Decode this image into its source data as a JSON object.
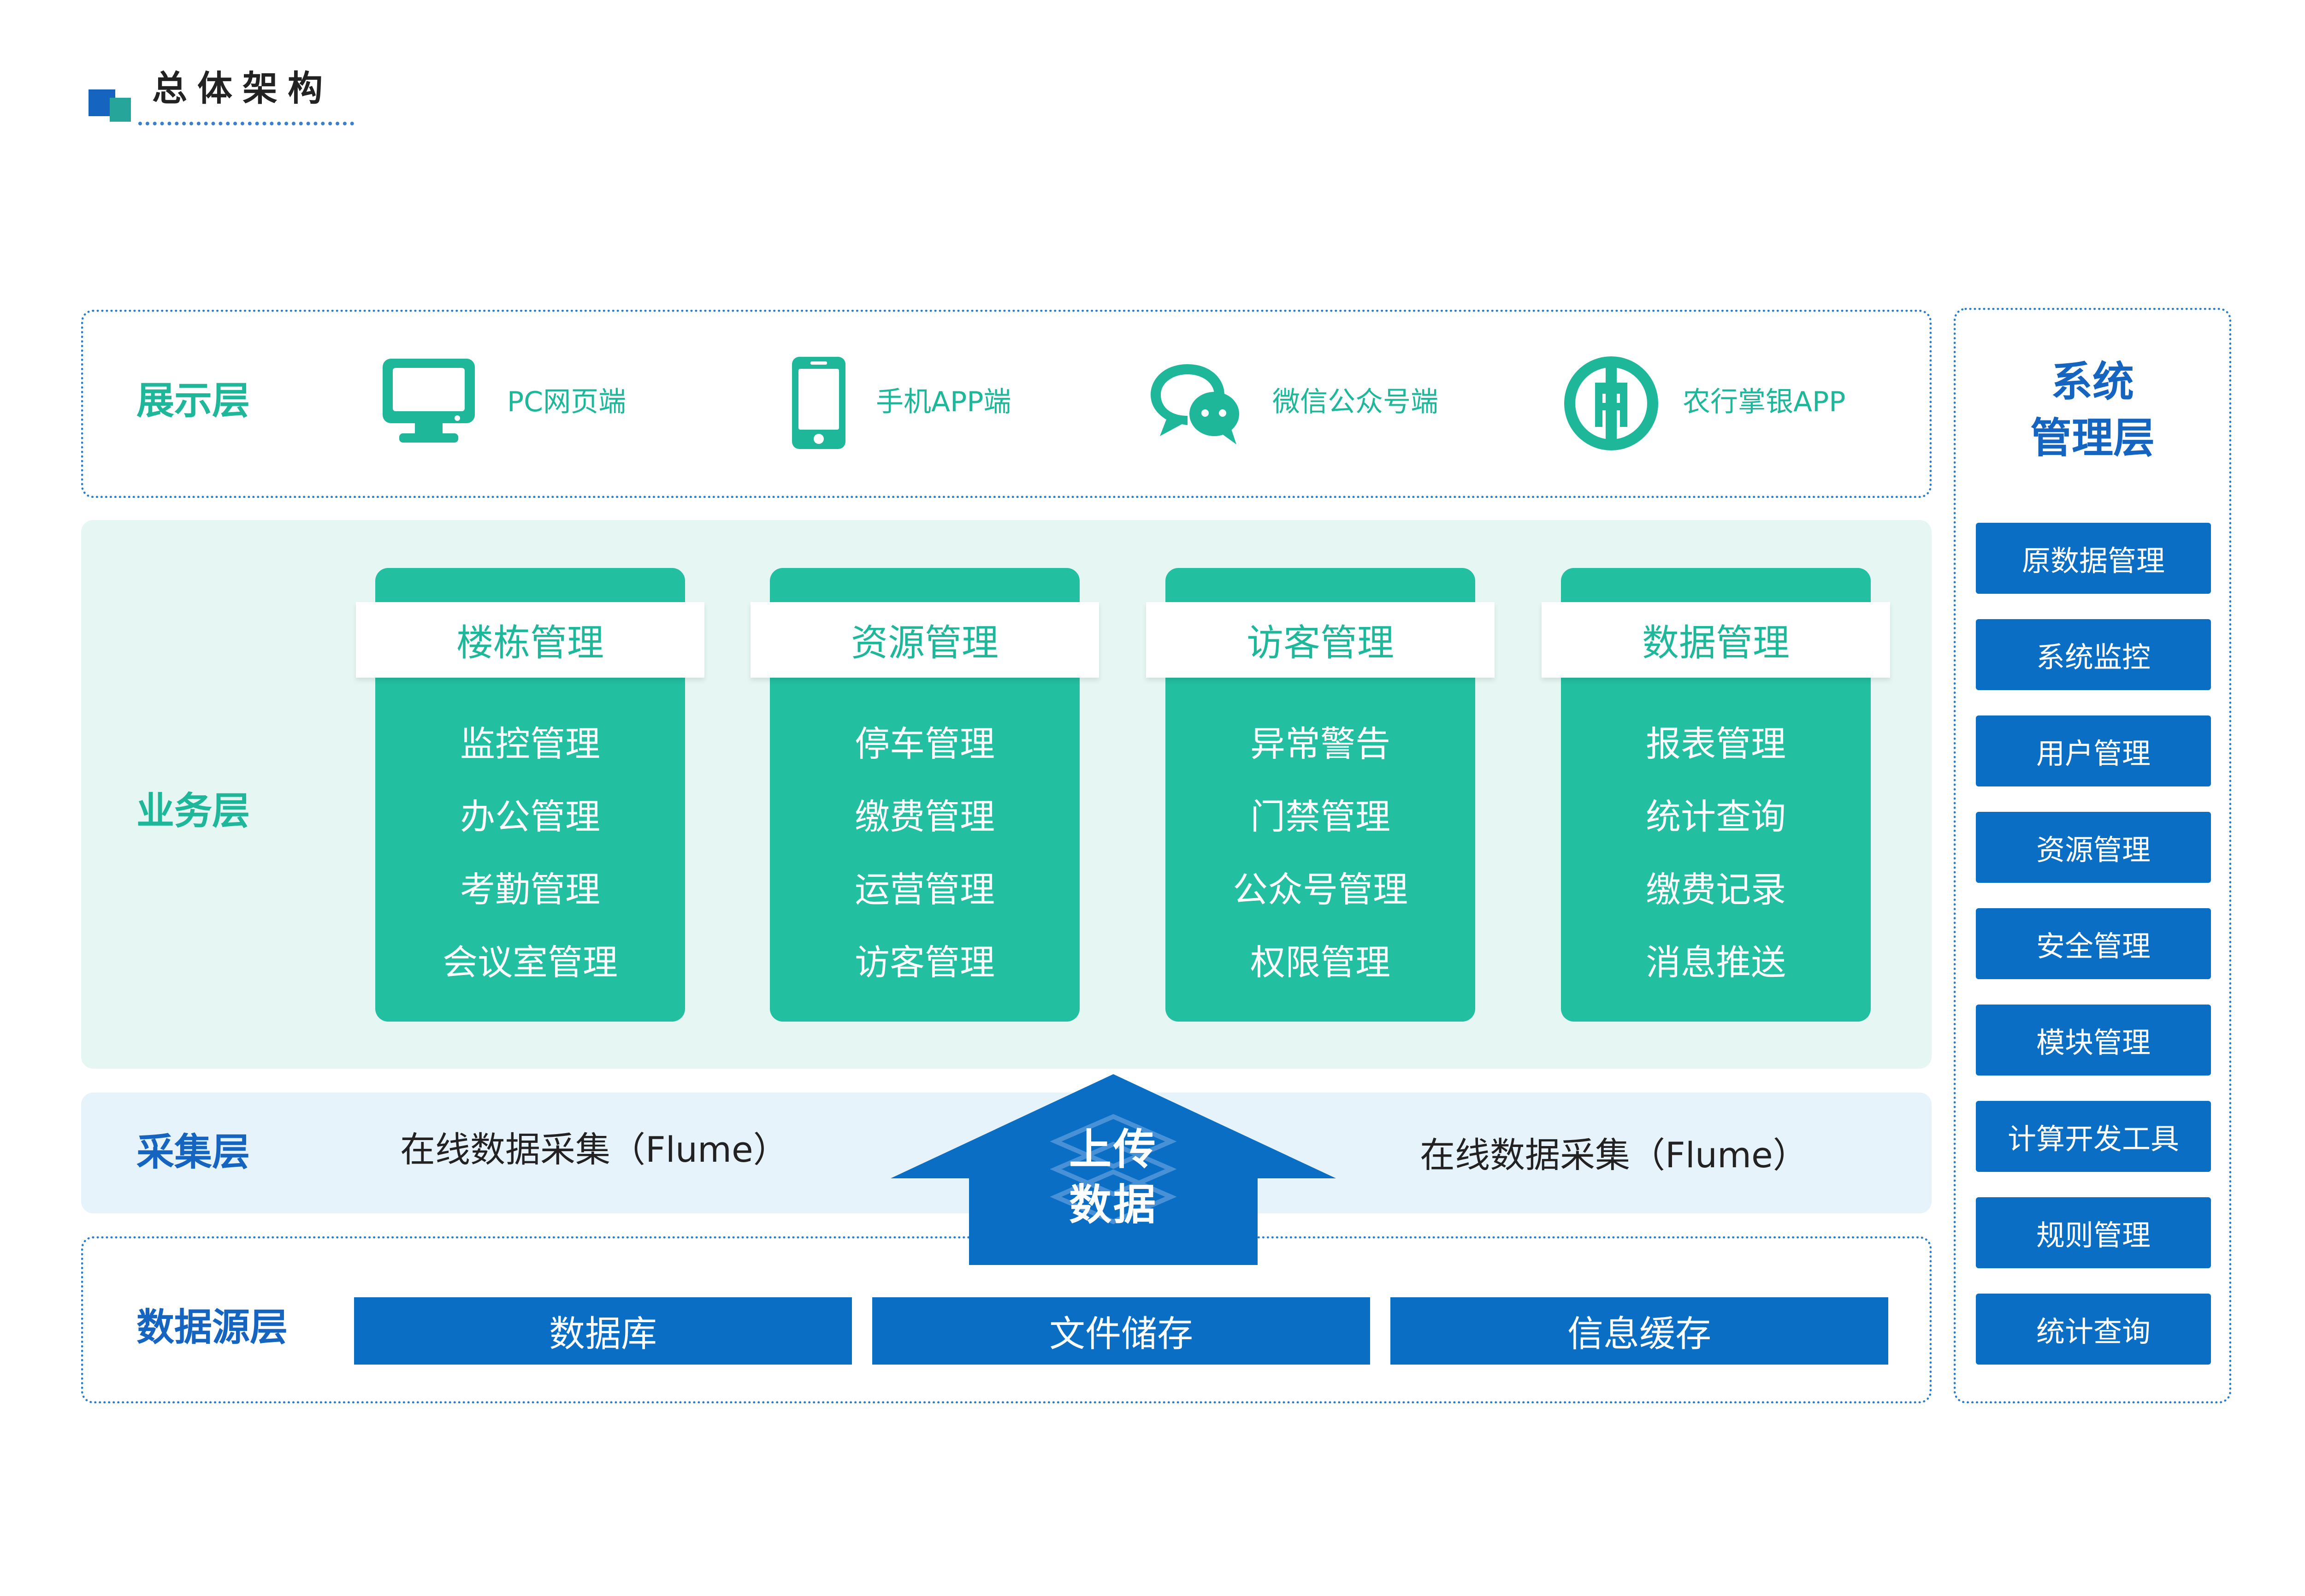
{
  "header": {
    "title": "总体架构"
  },
  "display_layer": {
    "label": "展示层",
    "items": [
      {
        "icon": "monitor-icon",
        "label": "PC网页端"
      },
      {
        "icon": "mobile-phone-icon",
        "label": "手机APP端"
      },
      {
        "icon": "wechat-icon",
        "label": "微信公众号端"
      },
      {
        "icon": "abc-bank-logo-icon",
        "label": "农行掌银APP"
      }
    ]
  },
  "business_layer": {
    "label": "业务层",
    "columns": [
      {
        "title": "楼栋管理",
        "items": [
          "监控管理",
          "办公管理",
          "考勤管理",
          "会议室管理"
        ]
      },
      {
        "title": "资源管理",
        "items": [
          "停车管理",
          "缴费管理",
          "运营管理",
          "访客管理"
        ]
      },
      {
        "title": "访客管理",
        "items": [
          "异常警告",
          "门禁管理",
          "公众号管理",
          "权限管理"
        ]
      },
      {
        "title": "数据管理",
        "items": [
          "报表管理",
          "统计查询",
          "缴费记录",
          "消息推送"
        ]
      }
    ]
  },
  "collection_layer": {
    "label": "采集层",
    "left_text": "在线数据采集（Flume）",
    "right_text": "在线数据采集（Flume）",
    "arrow_line1": "上传",
    "arrow_line2": "数据"
  },
  "datasource_layer": {
    "label": "数据源层",
    "items": [
      "数据库",
      "文件储存",
      "信息缓存"
    ]
  },
  "system_layer": {
    "title_line1": "系统",
    "title_line2": "管理层",
    "items": [
      "原数据管理",
      "系统监控",
      "用户管理",
      "资源管理",
      "安全管理",
      "模块管理",
      "计算开发工具",
      "规则管理",
      "统计查询"
    ]
  },
  "colors": {
    "primary_blue": "#0a6fc4",
    "teal": "#22bfa0",
    "label_blue": "#1565c0",
    "label_green": "#1fb79a",
    "business_bg": "#e6f7f3",
    "collection_bg": "#e7f3fb"
  }
}
